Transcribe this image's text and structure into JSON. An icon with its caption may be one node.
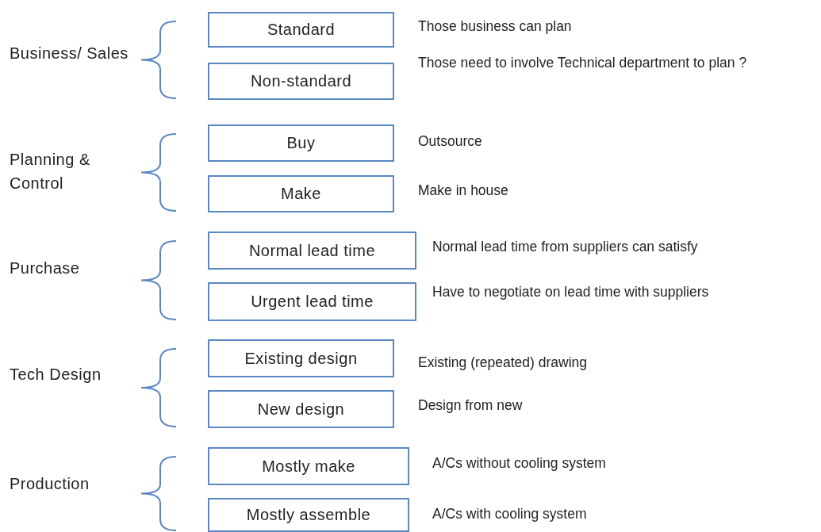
{
  "diagram": {
    "nodes": [
      {
        "text": [
          "Standard"
        ],
        "beside": [
          "Those business can plan"
        ]
      },
      {
        "text": [
          "Non-standard"
        ],
        "beside": [
          "Those need to involve Technical department to plan ?"
        ]
      },
      {
        "text": [
          "Buy"
        ],
        "beside": [
          "Outsource"
        ]
      },
      {
        "text": [
          "Make"
        ],
        "beside": [
          "Make in house"
        ]
      },
      {
        "text": [
          "Normal lead time"
        ],
        "beside": [
          "Normal lead time from suppliers can satisfy"
        ]
      },
      {
        "text": [
          "Urgent lead time"
        ],
        "beside": [
          "Have to negotiate on lead time with suppliers"
        ]
      },
      {
        "text": [
          "Existing design"
        ],
        "beside": [
          "Existing (repeated) drawing"
        ]
      },
      {
        "text": [
          "New design"
        ],
        "beside": [
          "Design from new"
        ]
      },
      {
        "text": [
          "Mostly make"
        ],
        "beside": [
          "A/Cs without cooling system"
        ]
      },
      {
        "text": [
          "Mostly assemble"
        ],
        "beside": [
          "A/Cs with cooling system"
        ]
      }
    ],
    "labels": [
      "Business/ Sales",
      "Planning & Control",
      "Purchase",
      "Tech Design",
      "Production"
    ]
  }
}
